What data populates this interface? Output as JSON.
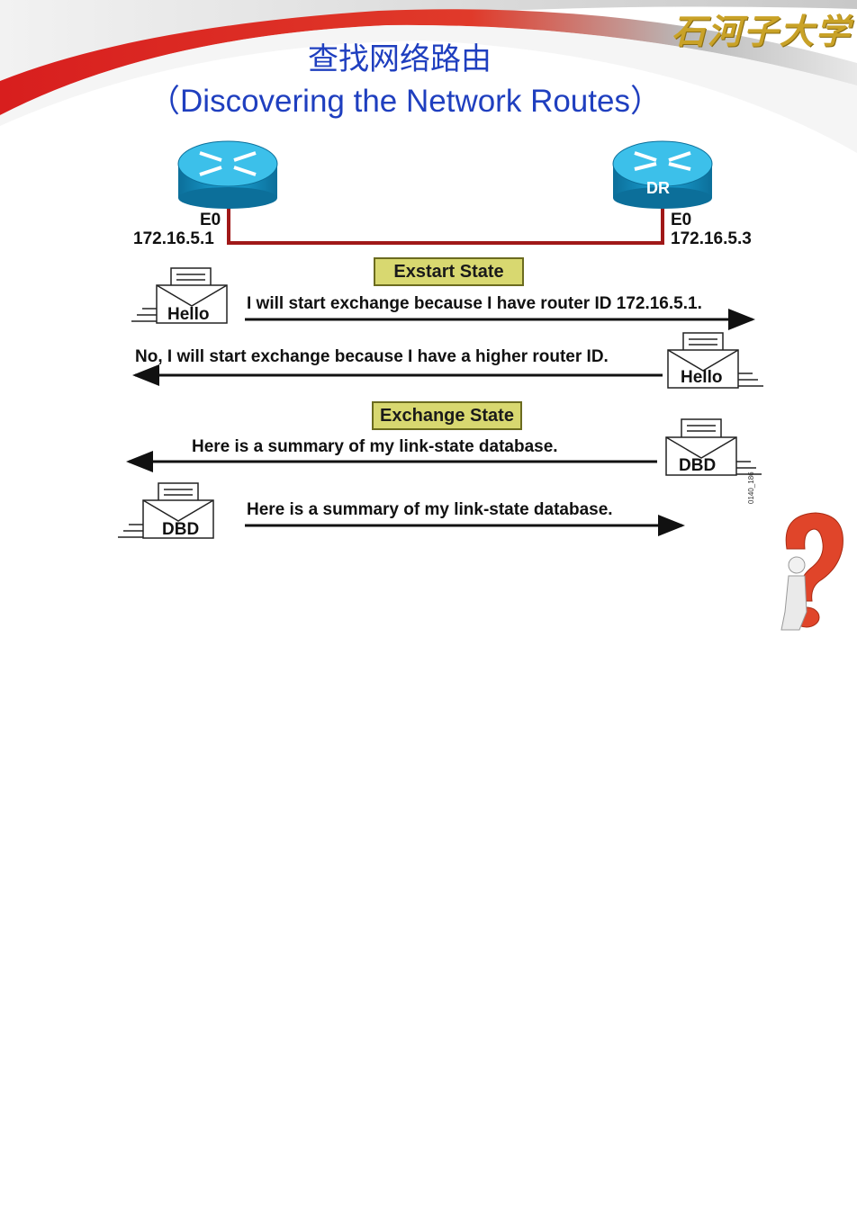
{
  "slide": {
    "title_cn": "查找网络路由",
    "title_en": "（Discovering the Network Routes）",
    "logo_text": "石河子大学"
  },
  "routers": {
    "left": {
      "interface": "E0",
      "ip": "172.16.5.1",
      "label": ""
    },
    "right": {
      "interface": "E0",
      "ip": "172.16.5.3",
      "label": "DR"
    }
  },
  "states": {
    "exstart": "Exstart State",
    "exchange": "Exchange State"
  },
  "messages": {
    "m1": "I will start exchange because I have router ID 172.16.5.1.",
    "m2": "No, I will start exchange because I have a higher router ID.",
    "m3": "Here is a summary of my link-state database.",
    "m4": "Here is a summary of my link-state database."
  },
  "packets": {
    "p1": "Hello",
    "p2": "Hello",
    "p3": "DBD",
    "p4": "DBD"
  },
  "figure_code": "0140_186",
  "colors": {
    "title": "#1f3fbf",
    "link": "#a01818",
    "state_fill": "#d8d870",
    "router_blue": "#1aa3d6",
    "banner_red": "#d81e1e"
  }
}
